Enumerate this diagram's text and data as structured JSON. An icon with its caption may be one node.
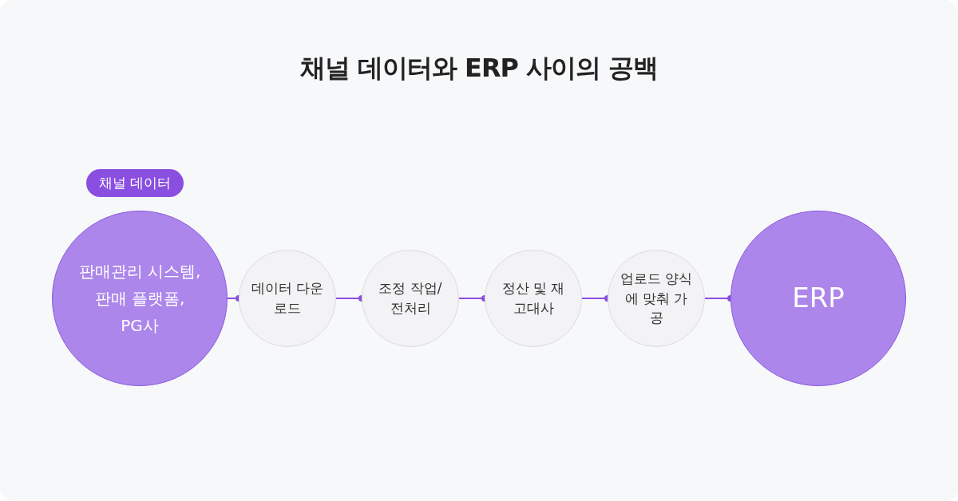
{
  "diagram": {
    "title": "채널 데이터와 ERP 사이의 공백",
    "nodes": [
      {
        "text": [
          "판매관리 시스템,",
          "판매 플랫폼,",
          "PG사"
        ],
        "beside": [
          "채널 데이터"
        ]
      },
      {
        "text": [
          "데이터 다운로드"
        ]
      },
      {
        "text": [
          "조정 작업/ 전처리"
        ]
      },
      {
        "text": [
          "정산 및 재고대사"
        ]
      },
      {
        "text": [
          "업로드 양식에 맞춰 가공"
        ]
      },
      {
        "text": [
          "ERP"
        ]
      }
    ],
    "edges": [
      {
        "from": 0,
        "to": 1,
        "arrow": "other"
      },
      {
        "from": 1,
        "to": 2,
        "arrow": "other"
      },
      {
        "from": 2,
        "to": 3,
        "arrow": "other"
      },
      {
        "from": 3,
        "to": 4,
        "arrow": "other"
      },
      {
        "from": 4,
        "to": 5,
        "arrow": "other"
      }
    ]
  }
}
